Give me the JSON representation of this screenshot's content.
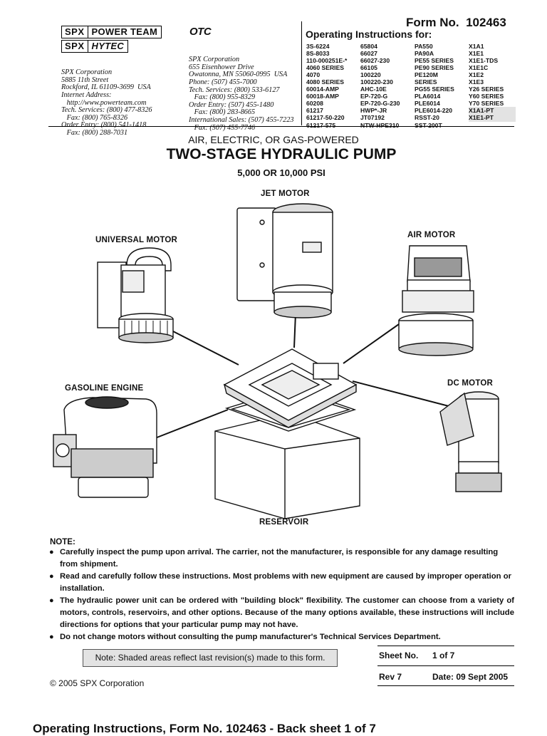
{
  "form": {
    "label": "Form No.",
    "number": "102463"
  },
  "instructions_title": "Operating Instructions for:",
  "logos": {
    "spx": "SPX",
    "power_team": "POWER TEAM",
    "hytec": "HYTEC",
    "otc": "OTC"
  },
  "addresses": {
    "left": [
      "SPX Corporation",
      "5885 11th Street",
      "Rockford, IL 61109-3699  USA",
      "Internet Address:",
      "   http://www.powerteam.com",
      "Tech. Services: (800) 477-8326",
      "   Fax: (800) 765-8326",
      "Order Entry: (800) 541-1418",
      "   Fax: (800) 288-7031"
    ],
    "right": [
      "SPX Corporation",
      "655 Eisenhower Drive",
      "Owatonna, MN 55060-0995  USA",
      "Phone: (507) 455-7000",
      "Tech. Services: (800) 533-6127",
      "   Fax: (800) 955-8329",
      "Order Entry: (507) 455-1480",
      "   Fax: (800) 283-8665",
      "International Sales: (507) 455-7223",
      "   Fax: (507) 455-7746"
    ]
  },
  "models": [
    [
      "3S-6224",
      "8S-8033",
      "110-000251E-*",
      "4060 SERIES",
      "4070",
      "4080 SERIES",
      "60014-AMP",
      "60018-AMP",
      "60208",
      "61217",
      "61217-50-220",
      "61217-575"
    ],
    [
      "65804",
      "66027",
      "66027-230",
      "66105",
      "100220",
      "100220-230",
      "AHC-10E",
      "EP-720-G",
      "EP-720-G-230",
      "HWP*-JR",
      "JT07192",
      "NTW-HPE310"
    ],
    [
      "PA550",
      "PA90A",
      "PE55 SERIES",
      "PE90 SERIES",
      "PE120M",
      "SERIES",
      "PG55 SERIES",
      "PLA6014",
      "PLE6014",
      "PLE6014-220",
      "RSST-20",
      "SST-200T"
    ],
    [
      "X1A1",
      "X1E1",
      "X1E1-TDS",
      "X1E1C",
      "X1E2",
      "X1E3",
      "Y26 SERIES",
      "Y60 SERIES",
      "Y70 SERIES",
      "X1A1-PT",
      "X1E1-PT",
      ""
    ]
  ],
  "titles": {
    "subtitle": "AIR, ELECTRIC, OR GAS-POWERED",
    "main": "TWO-STAGE HYDRAULIC PUMP",
    "psi": "5,000 OR 10,000 PSI"
  },
  "diagram_labels": {
    "jet": "JET MOTOR",
    "universal": "UNIVERSAL MOTOR",
    "air": "AIR MOTOR",
    "gasoline": "GASOLINE ENGINE",
    "dc": "DC MOTOR",
    "reservoir": "RESERVOIR"
  },
  "note": {
    "heading": "NOTE:",
    "items": [
      "Carefully inspect the pump upon arrival. The carrier, not the manufacturer, is responsible for any damage resulting from shipment.",
      "Read and carefully follow these instructions. Most problems with new equipment are caused by improper operation or installation.",
      "The hydraulic power unit can be ordered with \"building block\" flexibility. The customer can choose from a variety of motors, controls, reservoirs, and other options. Because of the many options available, these instructions will include directions for options that your particular pump may not have.",
      "Do not change motors without consulting the pump manufacturer's Technical Services Department."
    ]
  },
  "shaded_note": "Note: Shaded areas reflect last revision(s) made to this form.",
  "sheet": {
    "label": "Sheet No.",
    "value": "1 of 7"
  },
  "rev": {
    "label": "Rev 7",
    "date": "Date: 09 Sept 2005"
  },
  "copyright": "© 2005 SPX Corporation",
  "footer_cut": "Operating Instructions, Form No. 102463 - Back sheet 1 of 7",
  "colors": {
    "text": "#111111",
    "shade": "#e3e3e3",
    "rule": "#000000"
  }
}
